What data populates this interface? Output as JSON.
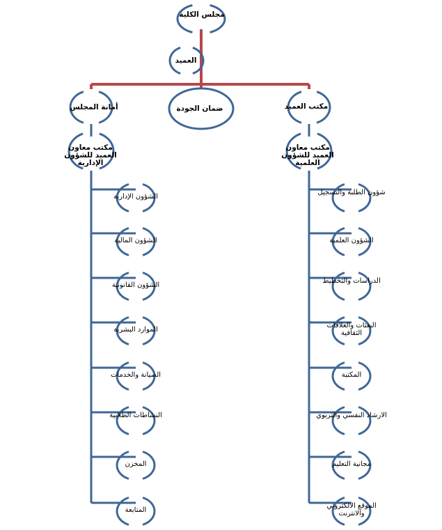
{
  "colors": {
    "connector": "#B8474B",
    "shape": "#3F6797",
    "text": "#000000"
  },
  "top": {
    "council": "مجلس الكلية",
    "dean": "العميد"
  },
  "mid": {
    "council_secretariat": "أمانة المجلس",
    "quality_assurance": "ضمان الجودة",
    "dean_office": "مكتب العميد"
  },
  "left_branch": {
    "head": "مكتب معاون العميد للشؤون الإدارية",
    "items": [
      "الشؤون الإدارية",
      "الشؤون المالية",
      "الشؤون القانونية",
      "الموارد البشرية",
      "الصيانة والخدمات",
      "النشاطات الطلابية",
      "المخزن",
      "المتابعة"
    ]
  },
  "right_branch": {
    "head": "مكتب معاون العميد للشؤون العلمية",
    "items": [
      "شؤون الطلبة والتسجيل",
      "الشؤون العلمية",
      "الدراسات والتخطيط",
      "البعثات والعلاقات الثقافية",
      "المكتبة",
      "الارشاد النفسي والتربوي",
      "مجانية التعليم",
      "الموقع الالكتروني والانترنت"
    ]
  }
}
